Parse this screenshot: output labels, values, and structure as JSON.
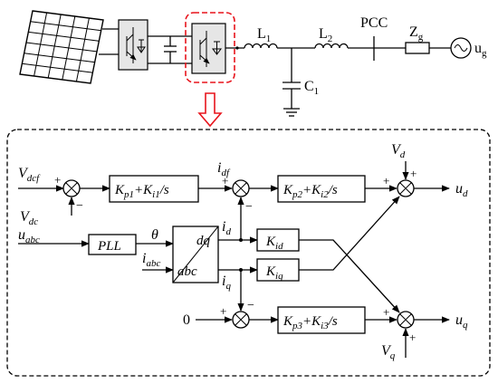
{
  "power_circuit": {
    "L1": "L",
    "L1_sub": "1",
    "L2": "L",
    "L2_sub": "2",
    "pcc": "PCC",
    "Zg": "Z",
    "Zg_sub": "g",
    "ug": "u",
    "ug_sub": "g",
    "C1": "C",
    "C1_sub": "1"
  },
  "control": {
    "vdcf": "V",
    "vdcf_sub": "dcf",
    "vdc": "V",
    "vdc_sub": "dc",
    "pi1": "K",
    "pi1_p": "p1",
    "pi1_plus": "+K",
    "pi1_i": "i1",
    "pi1_s": "/s",
    "idf": "i",
    "idf_sub": "df",
    "pi2": "K",
    "pi2_p": "p2",
    "pi2_plus": "+K",
    "pi2_i": "i2",
    "pi2_s": "/s",
    "Vd": "V",
    "Vd_sub": "d",
    "ud": "u",
    "ud_sub": "d",
    "uabc": "u",
    "uabc_sub": "abc",
    "pll": "PLL",
    "theta": "θ",
    "iabc": "i",
    "iabc_sub": "abc",
    "dq": "dq",
    "abc": "abc",
    "id": "i",
    "id_sub": "d",
    "iq": "i",
    "iq_sub": "q",
    "kid": "K",
    "kid_sub": "id",
    "kiq": "K",
    "kiq_sub": "iq",
    "zero": "0",
    "pi3": "K",
    "pi3_p": "p3",
    "pi3_plus": "+K",
    "pi3_i": "i3",
    "pi3_s": "/s",
    "Vq": "V",
    "Vq_sub": "q",
    "uq": "u",
    "uq_sub": "q",
    "plus": "+",
    "minus": "−"
  },
  "colors": {
    "highlight": "#e8141c",
    "frame": "#000000"
  }
}
